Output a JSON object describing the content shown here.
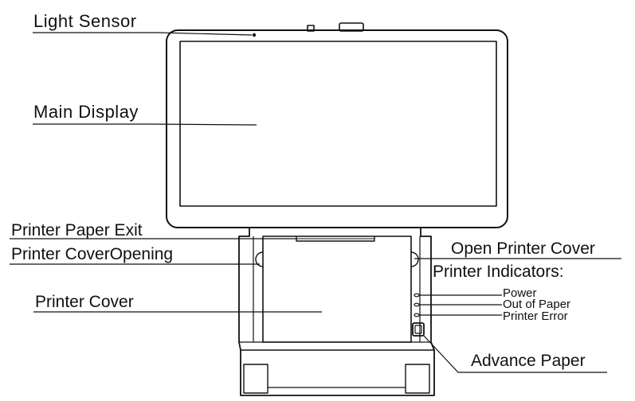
{
  "labels": {
    "light_sensor": "Light  Sensor",
    "main_display": "Main Display",
    "printer_paper_exit": "Printer Paper Exit",
    "printer_cover_opening": "Printer CoverOpening",
    "printer_cover": "Printer Cover",
    "open_printer_cover": "Open Printer Cover",
    "printer_indicators": "Printer Indicators:",
    "indicator_power": "Power",
    "indicator_out_of_paper": "Out of Paper",
    "indicator_printer_error": "Printer Error",
    "advance_paper": "Advance Paper"
  },
  "colors": {
    "line": "#111111",
    "background": "#ffffff"
  }
}
